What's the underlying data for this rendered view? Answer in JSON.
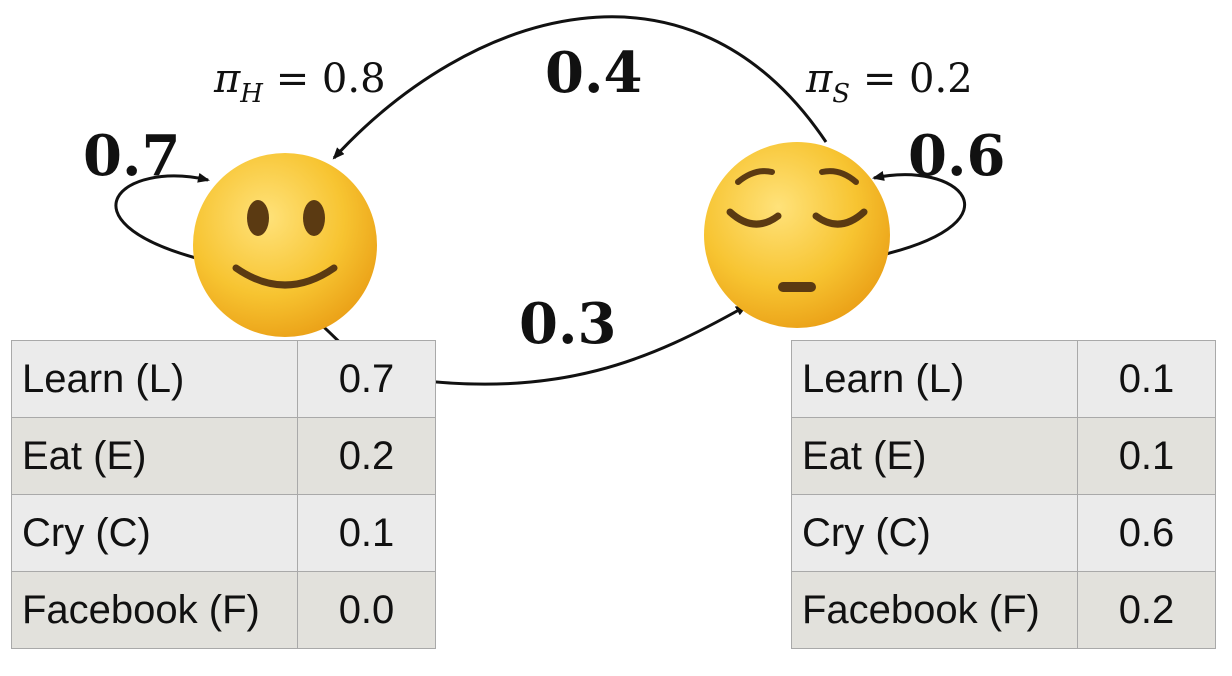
{
  "states": [
    {
      "id": "happy",
      "icon": "slightly-smiling-face-icon",
      "prior_symbol": "π",
      "prior_sub": "H",
      "prior_value": "= 0.8",
      "self_loop": "0.7",
      "emissions": [
        {
          "label": "Learn (L)",
          "value": "0.7"
        },
        {
          "label": "Eat (E)",
          "value": "0.2"
        },
        {
          "label": "Cry (C)",
          "value": "0.1"
        },
        {
          "label": "Facebook (F)",
          "value": "0.0"
        }
      ]
    },
    {
      "id": "sad",
      "icon": "pensive-face-icon",
      "prior_symbol": "π",
      "prior_sub": "S",
      "prior_value": "= 0.2",
      "self_loop": "0.6",
      "emissions": [
        {
          "label": "Learn (L)",
          "value": "0.1"
        },
        {
          "label": "Eat (E)",
          "value": "0.1"
        },
        {
          "label": "Cry (C)",
          "value": "0.6"
        },
        {
          "label": "Facebook (F)",
          "value": "0.2"
        }
      ]
    }
  ],
  "transitions": {
    "sad_to_happy": "0.4",
    "happy_to_sad": "0.3"
  },
  "colors": {
    "face": "#f7c431",
    "face_edge": "#e89a12",
    "feature": "#5b3a12",
    "arrow": "#111111"
  }
}
